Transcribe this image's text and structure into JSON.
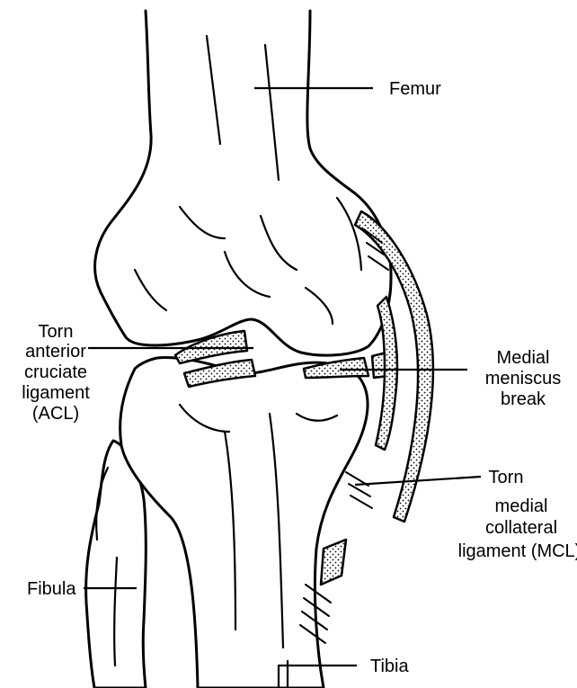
{
  "labels": {
    "femur": "Femur",
    "acl": [
      "Torn",
      "anterior",
      "cruciate",
      "ligament",
      "(ACL)"
    ],
    "meniscus": [
      "Medial",
      "meniscus",
      "break"
    ],
    "mcl": [
      "Torn",
      "medial",
      "collateral",
      "ligament (MCL)"
    ],
    "fibula": "Fibula",
    "tibia": "Tibia"
  }
}
